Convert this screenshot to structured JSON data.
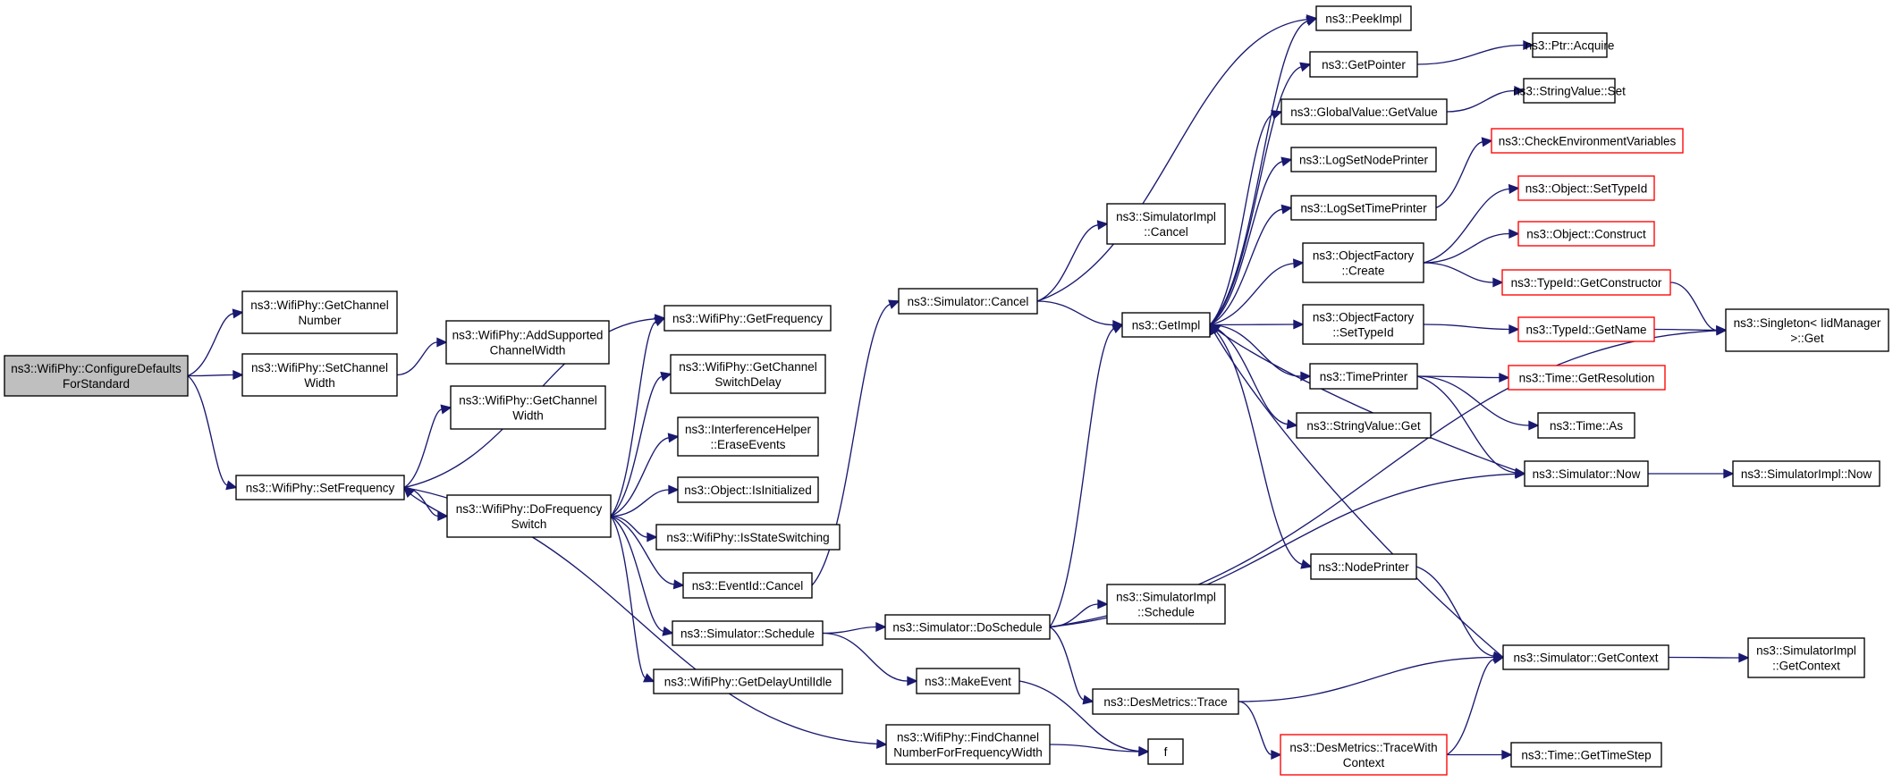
{
  "diagram": {
    "colors": {
      "edge": "#191970",
      "root_fill": "#bfbfbf",
      "node_border": "#000000",
      "truncated_border": "#ff0000"
    },
    "nodes": [
      {
        "id": "configure_defaults_for_standard",
        "lines": [
          "ns3::WifiPhy::ConfigureDefaults",
          "ForStandard"
        ],
        "kind": "root"
      },
      {
        "id": "wifiphy_get_channel_number",
        "lines": [
          "ns3::WifiPhy::GetChannel",
          "Number"
        ],
        "kind": "normal"
      },
      {
        "id": "wifiphy_set_channel_width",
        "lines": [
          "ns3::WifiPhy::SetChannel",
          "Width"
        ],
        "kind": "normal"
      },
      {
        "id": "wifiphy_add_supported_channel_width",
        "lines": [
          "ns3::WifiPhy::AddSupported",
          "ChannelWidth"
        ],
        "kind": "normal"
      },
      {
        "id": "wifiphy_get_channel_width",
        "lines": [
          "ns3::WifiPhy::GetChannel",
          "Width"
        ],
        "kind": "normal"
      },
      {
        "id": "wifiphy_set_frequency",
        "lines": [
          "ns3::WifiPhy::SetFrequency"
        ],
        "kind": "normal"
      },
      {
        "id": "wifiphy_do_frequency_switch",
        "lines": [
          "ns3::WifiPhy::DoFrequency",
          "Switch"
        ],
        "kind": "normal"
      },
      {
        "id": "wifiphy_get_frequency",
        "lines": [
          "ns3::WifiPhy::GetFrequency"
        ],
        "kind": "normal"
      },
      {
        "id": "wifiphy_get_channel_switch_delay",
        "lines": [
          "ns3::WifiPhy::GetChannel",
          "SwitchDelay"
        ],
        "kind": "normal"
      },
      {
        "id": "interference_helper_erase_events",
        "lines": [
          "ns3::InterferenceHelper",
          "::EraseEvents"
        ],
        "kind": "normal"
      },
      {
        "id": "object_is_initialized",
        "lines": [
          "ns3::Object::IsInitialized"
        ],
        "kind": "normal"
      },
      {
        "id": "wifiphy_is_state_switching",
        "lines": [
          "ns3::WifiPhy::IsStateSwitching"
        ],
        "kind": "normal"
      },
      {
        "id": "eventid_cancel",
        "lines": [
          "ns3::EventId::Cancel"
        ],
        "kind": "normal"
      },
      {
        "id": "simulator_schedule",
        "lines": [
          "ns3::Simulator::Schedule"
        ],
        "kind": "normal"
      },
      {
        "id": "wifiphy_get_delay_until_idle",
        "lines": [
          "ns3::WifiPhy::GetDelayUntilIdle"
        ],
        "kind": "normal"
      },
      {
        "id": "simulator_cancel",
        "lines": [
          "ns3::Simulator::Cancel"
        ],
        "kind": "normal"
      },
      {
        "id": "simulatorimpl_cancel",
        "lines": [
          "ns3::SimulatorImpl",
          "::Cancel"
        ],
        "kind": "normal"
      },
      {
        "id": "simulator_do_schedule",
        "lines": [
          "ns3::Simulator::DoSchedule"
        ],
        "kind": "normal"
      },
      {
        "id": "make_event",
        "lines": [
          "ns3::MakeEvent"
        ],
        "kind": "normal"
      },
      {
        "id": "find_channel_number_for_frequency_width",
        "lines": [
          "ns3::WifiPhy::FindChannel",
          "NumberForFrequencyWidth"
        ],
        "kind": "normal"
      },
      {
        "id": "get_impl",
        "lines": [
          "ns3::GetImpl"
        ],
        "kind": "normal"
      },
      {
        "id": "simulatorimpl_schedule",
        "lines": [
          "ns3::SimulatorImpl",
          "::Schedule"
        ],
        "kind": "normal"
      },
      {
        "id": "desmetrics_trace",
        "lines": [
          "ns3::DesMetrics::Trace"
        ],
        "kind": "normal"
      },
      {
        "id": "f",
        "lines": [
          "f"
        ],
        "kind": "normal"
      },
      {
        "id": "peek_impl",
        "lines": [
          "ns3::PeekImpl"
        ],
        "kind": "normal"
      },
      {
        "id": "get_pointer",
        "lines": [
          "ns3::GetPointer"
        ],
        "kind": "normal"
      },
      {
        "id": "globalvalue_get_value",
        "lines": [
          "ns3::GlobalValue::GetValue"
        ],
        "kind": "normal"
      },
      {
        "id": "log_set_node_printer",
        "lines": [
          "ns3::LogSetNodePrinter"
        ],
        "kind": "normal"
      },
      {
        "id": "log_set_time_printer",
        "lines": [
          "ns3::LogSetTimePrinter"
        ],
        "kind": "normal"
      },
      {
        "id": "objectfactory_create",
        "lines": [
          "ns3::ObjectFactory",
          "::Create"
        ],
        "kind": "normal"
      },
      {
        "id": "objectfactory_set_typeid",
        "lines": [
          "ns3::ObjectFactory",
          "::SetTypeId"
        ],
        "kind": "normal"
      },
      {
        "id": "time_printer",
        "lines": [
          "ns3::TimePrinter"
        ],
        "kind": "normal"
      },
      {
        "id": "stringvalue_get",
        "lines": [
          "ns3::StringValue::Get"
        ],
        "kind": "normal"
      },
      {
        "id": "node_printer",
        "lines": [
          "ns3::NodePrinter"
        ],
        "kind": "normal"
      },
      {
        "id": "desmetrics_trace_with_context",
        "lines": [
          "ns3::DesMetrics::TraceWith",
          "Context"
        ],
        "kind": "truncated"
      },
      {
        "id": "ptr_acquire",
        "lines": [
          "ns3::Ptr::Acquire"
        ],
        "kind": "normal"
      },
      {
        "id": "stringvalue_set",
        "lines": [
          "ns3::StringValue::Set"
        ],
        "kind": "normal"
      },
      {
        "id": "check_environment_variables",
        "lines": [
          "ns3::CheckEnvironmentVariables"
        ],
        "kind": "truncated"
      },
      {
        "id": "object_set_typeid",
        "lines": [
          "ns3::Object::SetTypeId"
        ],
        "kind": "truncated"
      },
      {
        "id": "object_construct",
        "lines": [
          "ns3::Object::Construct"
        ],
        "kind": "truncated"
      },
      {
        "id": "typeid_get_constructor",
        "lines": [
          "ns3::TypeId::GetConstructor"
        ],
        "kind": "truncated"
      },
      {
        "id": "typeid_get_name",
        "lines": [
          "ns3::TypeId::GetName"
        ],
        "kind": "truncated"
      },
      {
        "id": "time_get_resolution",
        "lines": [
          "ns3::Time::GetResolution"
        ],
        "kind": "truncated"
      },
      {
        "id": "time_as",
        "lines": [
          "ns3::Time::As"
        ],
        "kind": "normal"
      },
      {
        "id": "simulator_now",
        "lines": [
          "ns3::Simulator::Now"
        ],
        "kind": "normal"
      },
      {
        "id": "simulator_get_context",
        "lines": [
          "ns3::Simulator::GetContext"
        ],
        "kind": "normal"
      },
      {
        "id": "time_get_time_step",
        "lines": [
          "ns3::Time::GetTimeStep"
        ],
        "kind": "normal"
      },
      {
        "id": "singleton_iid_manager_get",
        "lines": [
          "ns3::Singleton< IidManager",
          ">::Get"
        ],
        "kind": "normal"
      },
      {
        "id": "simulatorimpl_now",
        "lines": [
          "ns3::SimulatorImpl::Now"
        ],
        "kind": "normal"
      },
      {
        "id": "simulatorimpl_get_context",
        "lines": [
          "ns3::SimulatorImpl",
          "::GetContext"
        ],
        "kind": "normal"
      }
    ],
    "edges": [
      [
        "configure_defaults_for_standard",
        "wifiphy_get_channel_number"
      ],
      [
        "configure_defaults_for_standard",
        "wifiphy_set_channel_width"
      ],
      [
        "configure_defaults_for_standard",
        "wifiphy_set_frequency"
      ],
      [
        "wifiphy_set_channel_width",
        "wifiphy_add_supported_channel_width"
      ],
      [
        "wifiphy_set_frequency",
        "wifiphy_get_channel_width"
      ],
      [
        "wifiphy_set_frequency",
        "wifiphy_get_frequency"
      ],
      [
        "wifiphy_set_frequency",
        "wifiphy_do_frequency_switch"
      ],
      [
        "wifiphy_set_frequency",
        "find_channel_number_for_frequency_width"
      ],
      [
        "wifiphy_do_frequency_switch",
        "wifiphy_set_frequency"
      ],
      [
        "wifiphy_do_frequency_switch",
        "wifiphy_get_frequency"
      ],
      [
        "wifiphy_do_frequency_switch",
        "wifiphy_get_channel_switch_delay"
      ],
      [
        "wifiphy_do_frequency_switch",
        "interference_helper_erase_events"
      ],
      [
        "wifiphy_do_frequency_switch",
        "object_is_initialized"
      ],
      [
        "wifiphy_do_frequency_switch",
        "wifiphy_is_state_switching"
      ],
      [
        "wifiphy_do_frequency_switch",
        "eventid_cancel"
      ],
      [
        "wifiphy_do_frequency_switch",
        "simulator_schedule"
      ],
      [
        "wifiphy_do_frequency_switch",
        "wifiphy_get_delay_until_idle"
      ],
      [
        "eventid_cancel",
        "simulator_cancel"
      ],
      [
        "simulator_schedule",
        "simulator_do_schedule"
      ],
      [
        "simulator_schedule",
        "make_event"
      ],
      [
        "simulator_cancel",
        "simulatorimpl_cancel"
      ],
      [
        "simulator_cancel",
        "get_impl"
      ],
      [
        "simulator_cancel",
        "peek_impl"
      ],
      [
        "simulator_do_schedule",
        "get_impl"
      ],
      [
        "simulator_do_schedule",
        "simulatorimpl_schedule"
      ],
      [
        "simulator_do_schedule",
        "desmetrics_trace"
      ],
      [
        "simulator_do_schedule",
        "simulator_now"
      ],
      [
        "simulator_do_schedule",
        "singleton_iid_manager_get"
      ],
      [
        "make_event",
        "f"
      ],
      [
        "find_channel_number_for_frequency_width",
        "f"
      ],
      [
        "get_impl",
        "peek_impl"
      ],
      [
        "get_impl",
        "get_pointer"
      ],
      [
        "get_impl",
        "globalvalue_get_value"
      ],
      [
        "get_impl",
        "log_set_node_printer"
      ],
      [
        "get_impl",
        "log_set_time_printer"
      ],
      [
        "get_impl",
        "objectfactory_create"
      ],
      [
        "get_impl",
        "objectfactory_set_typeid"
      ],
      [
        "get_impl",
        "time_printer"
      ],
      [
        "get_impl",
        "stringvalue_get"
      ],
      [
        "get_impl",
        "node_printer"
      ],
      [
        "desmetrics_trace",
        "simulator_get_context"
      ],
      [
        "desmetrics_trace",
        "desmetrics_trace_with_context"
      ],
      [
        "get_pointer",
        "ptr_acquire"
      ],
      [
        "globalvalue_get_value",
        "stringvalue_set"
      ],
      [
        "log_set_time_printer",
        "check_environment_variables"
      ],
      [
        "objectfactory_create",
        "object_set_typeid"
      ],
      [
        "objectfactory_create",
        "object_construct"
      ],
      [
        "objectfactory_create",
        "typeid_get_constructor"
      ],
      [
        "objectfactory_set_typeid",
        "typeid_get_name"
      ],
      [
        "time_printer",
        "time_get_resolution"
      ],
      [
        "time_printer",
        "time_as"
      ],
      [
        "time_printer",
        "simulator_now"
      ],
      [
        "node_printer",
        "simulator_get_context"
      ],
      [
        "desmetrics_trace_with_context",
        "simulator_get_context"
      ],
      [
        "desmetrics_trace_with_context",
        "time_get_time_step"
      ],
      [
        "typeid_get_constructor",
        "singleton_iid_manager_get"
      ],
      [
        "typeid_get_name",
        "singleton_iid_manager_get"
      ],
      [
        "simulator_now",
        "get_impl"
      ],
      [
        "simulator_now",
        "simulatorimpl_now"
      ],
      [
        "simulator_get_context",
        "get_impl"
      ],
      [
        "simulator_get_context",
        "simulatorimpl_get_context"
      ]
    ]
  }
}
